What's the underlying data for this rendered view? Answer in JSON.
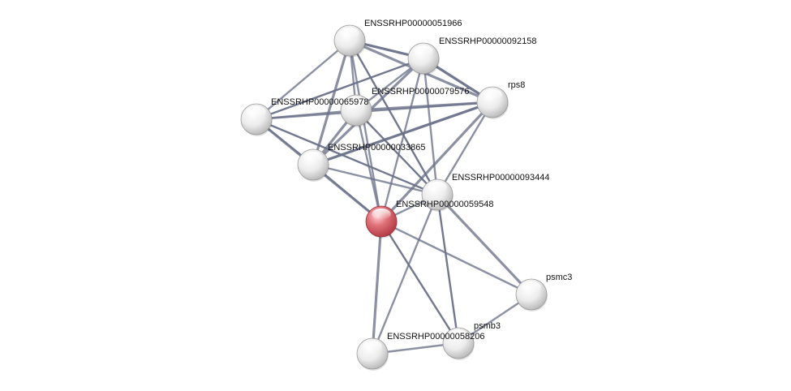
{
  "network": {
    "query_color": "#d9545c",
    "node_color": "#f2f2f2",
    "edge_color": "#6a7189",
    "nodes": [
      {
        "id": "n51966",
        "label": "ENSSRHP00000051966",
        "query": false
      },
      {
        "id": "n92158",
        "label": "ENSSRHP00000092158",
        "query": false
      },
      {
        "id": "n79576",
        "label": "ENSSRHP00000079576",
        "query": false
      },
      {
        "id": "rps8",
        "label": "rps8",
        "query": false
      },
      {
        "id": "n65978",
        "label": "ENSSRHP00000065978",
        "query": false
      },
      {
        "id": "n33865",
        "label": "ENSSRHP00000033865",
        "query": false
      },
      {
        "id": "n93444",
        "label": "ENSSRHP00000093444",
        "query": false
      },
      {
        "id": "n59548",
        "label": "ENSSRHP00000059548",
        "query": true
      },
      {
        "id": "psmc3",
        "label": "psmc3",
        "query": false
      },
      {
        "id": "psmb3",
        "label": "psmb3",
        "query": false
      },
      {
        "id": "n58206",
        "label": "ENSSRHP00000058206",
        "query": false
      }
    ],
    "edges": [
      [
        "n51966",
        "n92158"
      ],
      [
        "n51966",
        "n65978"
      ],
      [
        "n51966",
        "n79576"
      ],
      [
        "n51966",
        "n33865"
      ],
      [
        "n51966",
        "n93444"
      ],
      [
        "n51966",
        "n59548"
      ],
      [
        "n51966",
        "rps8"
      ],
      [
        "n92158",
        "n79576"
      ],
      [
        "n92158",
        "n65978"
      ],
      [
        "n92158",
        "n33865"
      ],
      [
        "n92158",
        "n93444"
      ],
      [
        "n92158",
        "n59548"
      ],
      [
        "n92158",
        "rps8"
      ],
      [
        "n65978",
        "n79576"
      ],
      [
        "n65978",
        "n33865"
      ],
      [
        "n65978",
        "n59548"
      ],
      [
        "n65978",
        "n93444"
      ],
      [
        "n65978",
        "rps8"
      ],
      [
        "n79576",
        "n33865"
      ],
      [
        "n79576",
        "n59548"
      ],
      [
        "n79576",
        "n93444"
      ],
      [
        "n79576",
        "rps8"
      ],
      [
        "n33865",
        "n59548"
      ],
      [
        "n33865",
        "n93444"
      ],
      [
        "n33865",
        "rps8"
      ],
      [
        "n93444",
        "n59548"
      ],
      [
        "n93444",
        "rps8"
      ],
      [
        "n93444",
        "psmc3"
      ],
      [
        "n93444",
        "psmb3"
      ],
      [
        "n93444",
        "n58206"
      ],
      [
        "n59548",
        "rps8"
      ],
      [
        "n59548",
        "psmc3"
      ],
      [
        "n59548",
        "psmb3"
      ],
      [
        "n59548",
        "n58206"
      ],
      [
        "psmc3",
        "psmb3"
      ],
      [
        "psmb3",
        "n58206"
      ]
    ]
  }
}
